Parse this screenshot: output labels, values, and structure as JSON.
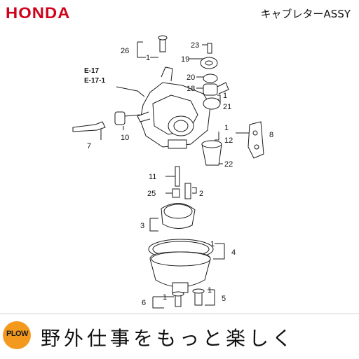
{
  "header": {
    "brand": "HONDA",
    "title": "キャブレターASSY"
  },
  "diagram": {
    "part_numbers": [
      "1",
      "2",
      "3",
      "4",
      "5",
      "6",
      "7",
      "8",
      "10",
      "11",
      "12",
      "18",
      "19",
      "20",
      "21",
      "22",
      "23",
      "25",
      "26"
    ],
    "references": [
      "E-17",
      "E-17-1"
    ],
    "colors": {
      "line": "#1a1a1a",
      "fill": "#ffffff",
      "brand": "#d0021b"
    }
  },
  "footer": {
    "logo_text": "PLOW",
    "logo_color": "#f39a1e",
    "slogan": "野外仕事をもっと楽しく"
  }
}
